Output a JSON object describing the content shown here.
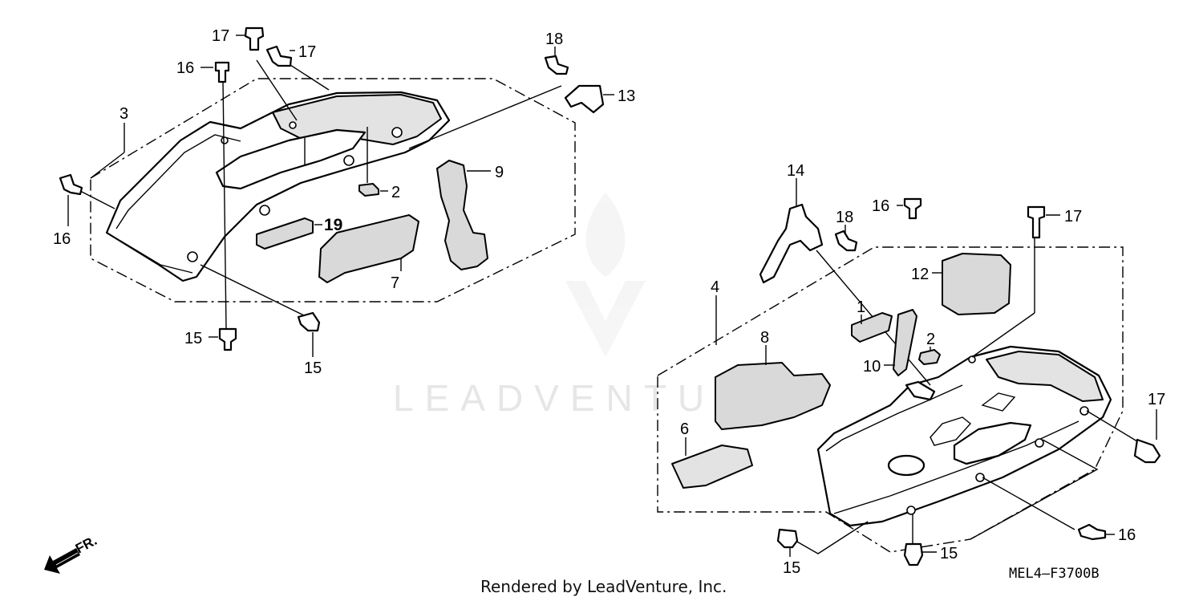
{
  "diagram": {
    "callouts": [
      "17",
      "17",
      "16",
      "3",
      "16",
      "15",
      "15",
      "2",
      "19",
      "7",
      "9",
      "18",
      "13",
      "14",
      "16",
      "18",
      "17",
      "4",
      "8",
      "6",
      "12",
      "1",
      "10",
      "2",
      "17",
      "16",
      "15",
      "15"
    ],
    "watermark": "LEADVENTURE",
    "credit": "Rendered by LeadVenture, Inc.",
    "drawing_code": "MEL4—F3700B",
    "front_indicator": "FR."
  }
}
